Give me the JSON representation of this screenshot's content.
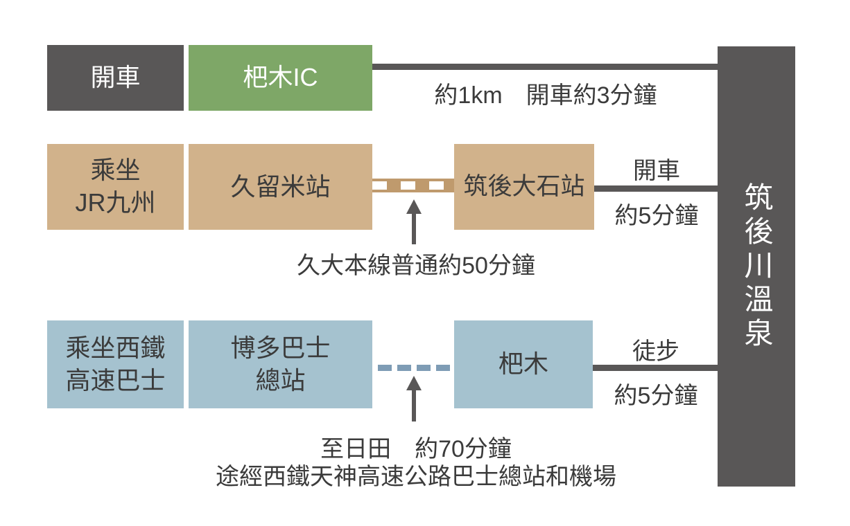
{
  "colors": {
    "dark": "#595757",
    "green": "#7ea767",
    "tan": "#d1b28b",
    "rail": "#bf9a6d",
    "blue": "#a5c2cf",
    "bus-dash": "#7e9cb5",
    "ink": "#3b3b3b",
    "background": "#ffffff",
    "box-text-light": "#ffffff"
  },
  "destination": {
    "label": "筑後川溫泉"
  },
  "routes": {
    "car": {
      "mode": "開車",
      "start": "杷木IC",
      "segment_note": "約1km　開車約3分鐘"
    },
    "jr": {
      "mode": "乘坐\nJR九州",
      "start": "久留米站",
      "transfer": "筑後大石站",
      "rail_note": "久大本線普通約50分鐘",
      "last_leg_mode": "開車",
      "last_leg_time": "約5分鐘"
    },
    "bus": {
      "mode": "乘坐西鐵\n高速巴士",
      "start": "博多巴士\n總站",
      "transfer": "杷木",
      "bus_note_line1": "至日田　約70分鐘",
      "bus_note_line2": "途經西鐵天神高速公路巴士總站和機場",
      "last_leg_mode": "徒步",
      "last_leg_time": "約5分鐘"
    }
  }
}
